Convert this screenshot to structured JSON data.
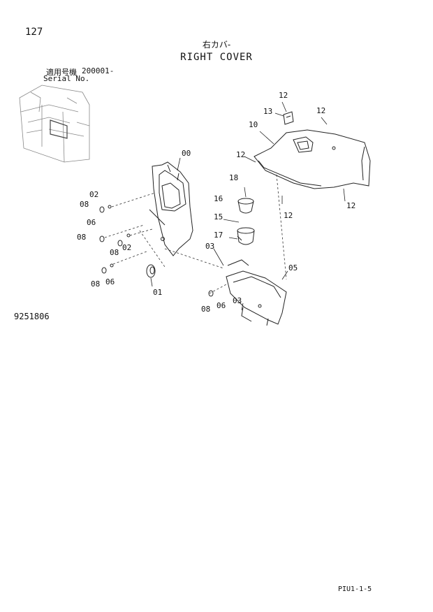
{
  "header": {
    "page_number": "127",
    "title_jp": "右カバ-",
    "title_en": "RIGHT COVER",
    "serial_label_jp": "適用号機",
    "serial_value": "200001-",
    "serial_label_en": "Serial No."
  },
  "figure_number": "9251806",
  "page_code": "PIU1-1-5",
  "callouts": {
    "c00": "00",
    "c01": "01",
    "c02a": "02",
    "c02b": "02",
    "c03a": "03",
    "c03b": "03",
    "c05": "05",
    "c06a": "06",
    "c06b": "06",
    "c06c": "06",
    "c08a": "08",
    "c08b": "08",
    "c08c": "08",
    "c08d": "08",
    "c08e": "08",
    "c10": "10",
    "c12a": "12",
    "c12b": "12",
    "c12c": "12",
    "c12d": "12",
    "c12e": "12",
    "c13": "13",
    "c15": "15",
    "c16": "16",
    "c17": "17",
    "c18": "18"
  }
}
